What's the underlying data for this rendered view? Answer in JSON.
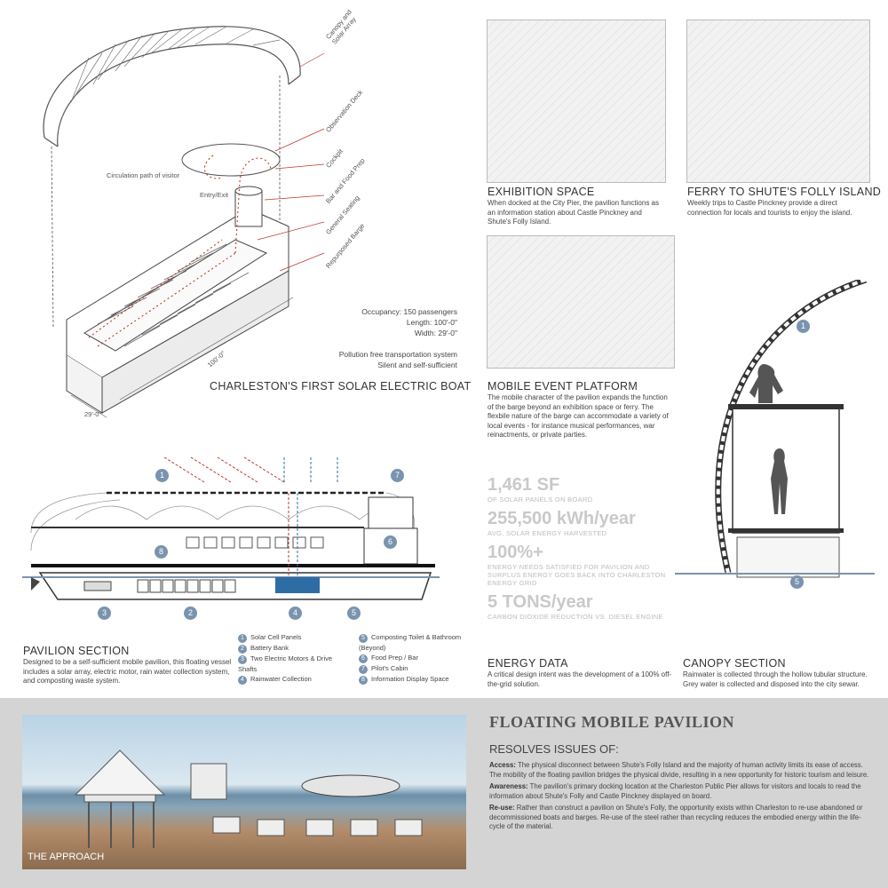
{
  "axon": {
    "labels": {
      "canopy": "Canopy and Solar Array",
      "observation": "Observation Deck",
      "cockpit": "Cockpit",
      "bar": "Bar and Food Prep",
      "seating": "General Seating",
      "barge": "Repurposed Barge",
      "circulation": "Circulation path of visitor",
      "entry": "Entry/Exit",
      "dim_length": "100'-0\"",
      "dim_width": "29'-0\""
    },
    "specs": {
      "occupancy": "Occupancy: 150 passengers",
      "length": "Length: 100'-0\"",
      "width": "Width: 29'-0\"",
      "pollution": "Pollution free transportation system",
      "silent": "Silent and self-sufficient"
    },
    "title": "CHARLESTON'S FIRST SOLAR ELECTRIC BOAT"
  },
  "exhibition": {
    "title": "EXHIBITION SPACE",
    "text": "When docked at the City Pier, the pavilion functions as an information station about Castle Pinckney and Shute's Folly Island."
  },
  "ferry": {
    "title": "FERRY TO SHUTE'S FOLLY ISLAND",
    "text": "Weekly trips to Castle Pinckney provide a direct connection for locals and tourists to enjoy the island."
  },
  "mobile": {
    "title": "MOBILE EVENT PLATFORM",
    "text": "The mobile character of the pavilion expands the function of the barge beyond an exhibition space or ferry. The flexbile nature of the barge can accommodate a variety of local events - for instance musical performances, war reinactments, or private parties."
  },
  "stats": [
    {
      "value": "1,461 SF",
      "caption": "OF SOLAR PANELS ON BOARD"
    },
    {
      "value": "255,500 kWh/year",
      "caption": "AVG. SOLAR ENERGY HARVESTED"
    },
    {
      "value": "100%+",
      "caption": "ENERGY NEEDS SATISFIED FOR PAVILION AND SURPLUS ENERGY GOES BACK INTO CHARLESTON ENERGY GRID"
    },
    {
      "value": "5 TONS/year",
      "caption": "CARBON DIOXIDE REDUCTION VS. DIESEL ENGINE"
    }
  ],
  "energy": {
    "title": "ENERGY DATA",
    "text": "A critical design intent was the development of a 100% off-the-grid solution."
  },
  "canopy": {
    "title": "CANOPY SECTION",
    "text": "Rainwater is collected through the hollow tubular structure. Grey water is collected and disposed into the city sewar.",
    "markers": [
      "1",
      "5"
    ]
  },
  "section": {
    "title": "PAVILION SECTION",
    "text": "Designed to be a self-sufficient mobile pavilion, this floating vessel includes a solar array, electric motor, rain water collection system, and composting waste system.",
    "markers": [
      "1",
      "7",
      "6",
      "8",
      "3",
      "2",
      "4",
      "5"
    ],
    "legend_left": [
      {
        "num": "1",
        "label": "Solar Cell Panels"
      },
      {
        "num": "2",
        "label": "Battery Bank"
      },
      {
        "num": "3",
        "label": "Two Electric Motors & Drive Shafts"
      },
      {
        "num": "4",
        "label": "Rainwater Collection"
      }
    ],
    "legend_right": [
      {
        "num": "5",
        "label": "Composting Toilet & Bathroom (Beyond)"
      },
      {
        "num": "6",
        "label": "Food Prep / Bar"
      },
      {
        "num": "7",
        "label": "Pilot's Cabin"
      },
      {
        "num": "8",
        "label": "Information Display Space"
      }
    ]
  },
  "approach": {
    "label": "THE APPROACH"
  },
  "pavilion": {
    "title": "FLOATING MOBILE PAVILION",
    "subtitle": "RESOLVES ISSUES OF:",
    "issues": [
      {
        "term": "Access:",
        "text": "The physical disconnect between Shute's Folly Island and the majority of human activity limits its ease of access. The mobility of the floating pavilion bridges the physical divide, resulting in a new opportunity for historic tourism and leisure."
      },
      {
        "term": "Awareness:",
        "text": "The pavilion's primary docking location at the Charleston Public Pier allows for visitors and locals to read the information about Shute's Folly and Castle Pinckney displayed on board."
      },
      {
        "term": "Re-use:",
        "text": "Rather than construct a pavilion on Shute's Folly, the opportunity exists within Charleston to re-use abandoned or decommissioned boats and barges. Re-use of the steel rather than recycling reduces the embodied energy within the life-cycle of the material."
      }
    ]
  }
}
